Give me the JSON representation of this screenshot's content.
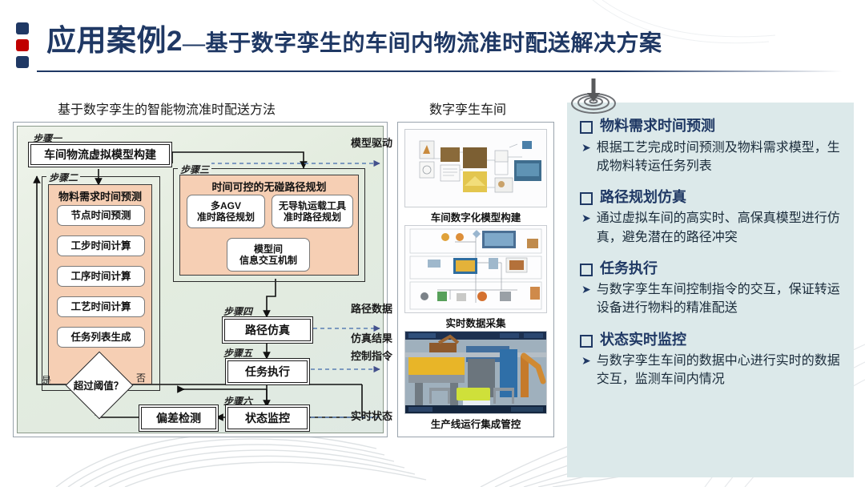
{
  "slide": {
    "title_main": "应用案例",
    "title_num": "2",
    "title_dash": "—",
    "title_sub": "基于数字孪生的车间内物流准时配送解决方案"
  },
  "captions": {
    "left": "基于数字孪生的智能物流准时配送方法",
    "middle": "数字孪生车间"
  },
  "flow": {
    "step1_label": "步骤一",
    "step1_box": "车间物流虚拟模型构建",
    "step2_label": "步骤二",
    "step2_header": "物料需求时间预测",
    "step2_items": [
      "节点时间预测",
      "工步时间计算",
      "工序时间计算",
      "工艺时间计算",
      "任务列表生成"
    ],
    "step3_label": "步骤三",
    "step3_header": "时间可控的无碰路径规划",
    "step3_left": "多AGV\n准时路径规划",
    "step3_left_l1": "多AGV",
    "step3_left_l2": "准时路径规划",
    "step3_right_l1": "无导轨运载工具",
    "step3_right_l2": "准时路径规划",
    "step3_bottom_l1": "模型间",
    "step3_bottom_l2": "信息交互机制",
    "step4_label": "步骤四",
    "step4_box": "路径仿真",
    "step5_label": "步骤五",
    "step5_box": "任务执行",
    "step6_label": "步骤六",
    "step6_box": "状态监控",
    "decision": "超过阈值？",
    "yes": "是",
    "no": "否",
    "deviation_box": "偏差检测",
    "side_labels": [
      "模型驱动",
      "路径数据",
      "仿真结果",
      "控制指令",
      "实时状态"
    ]
  },
  "middle": {
    "pictures": [
      {
        "caption": "车间数字化模型构建"
      },
      {
        "caption": "实时数据采集"
      },
      {
        "caption": "生产线运行集成管控"
      }
    ]
  },
  "right_panel": {
    "items": [
      {
        "title": "物料需求时间预测",
        "text": "根据工艺完成时间预测及物料需求模型，生成物料转运任务列表"
      },
      {
        "title": "路径规划仿真",
        "text": "通过虚拟车间的高实时、高保真模型进行仿真，避免潜在的路径冲突"
      },
      {
        "title": "任务执行",
        "text": "与数字孪生车间控制指令的交互，保证转运设备进行物料的精准配送"
      },
      {
        "title": "状态实时监控",
        "text": "与数字孪生车间的数据中心进行实时的数据交互，监测车间内情况"
      }
    ]
  },
  "colors": {
    "title_navy": "#1f3864",
    "title_red": "#c00000",
    "panel_bg": "#dce9ea",
    "peach": "#f6cfb4",
    "flow_bg": "#e6efe2"
  }
}
